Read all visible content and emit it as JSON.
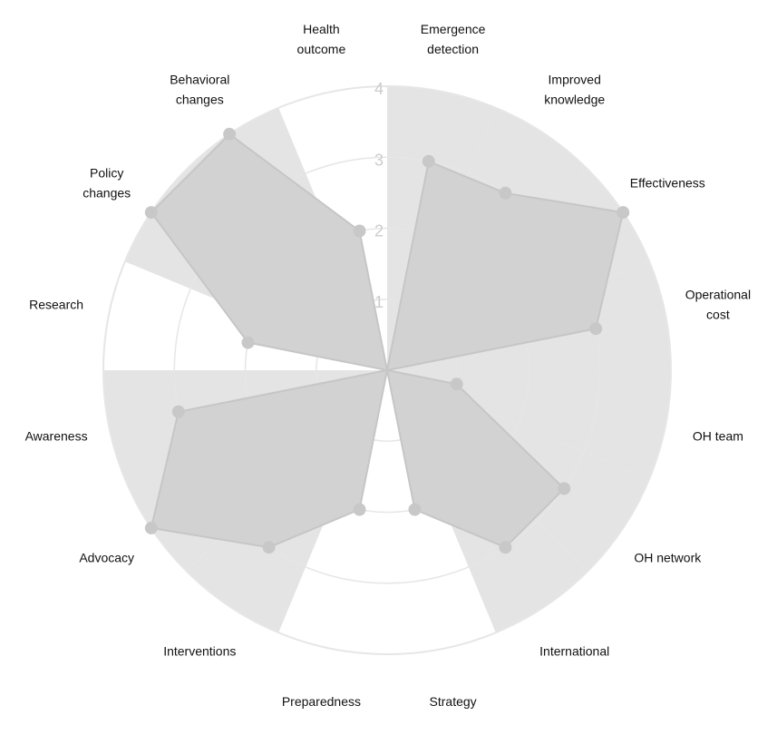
{
  "chart_data": {
    "type": "radar",
    "rmax": 4,
    "ticks": [
      "1",
      "2",
      "3",
      "4"
    ],
    "grid": true,
    "legend": "none",
    "axes": [
      {
        "label": [
          "Emergence",
          "detection"
        ],
        "value": 3
      },
      {
        "label": [
          "Improved",
          "knowledge"
        ],
        "value": 3
      },
      {
        "label": [
          "Effectiveness"
        ],
        "value": 4
      },
      {
        "label": [
          "Operational",
          "cost"
        ],
        "value": 3
      },
      {
        "label": [
          "OH team"
        ],
        "value": 1
      },
      {
        "label": [
          "OH network"
        ],
        "value": 3
      },
      {
        "label": [
          "International"
        ],
        "value": 3
      },
      {
        "label": [
          "Strategy"
        ],
        "value": 2
      },
      {
        "label": [
          "Preparedness"
        ],
        "value": 2
      },
      {
        "label": [
          "Interventions"
        ],
        "value": 3
      },
      {
        "label": [
          "Advocacy"
        ],
        "value": 4
      },
      {
        "label": [
          "Awareness"
        ],
        "value": 3
      },
      {
        "label": [
          "Research"
        ],
        "value": 2
      },
      {
        "label": [
          "Policy",
          "changes"
        ],
        "value": 4
      },
      {
        "label": [
          "Behavioral",
          "changes"
        ],
        "value": 4
      },
      {
        "label": [
          "Health",
          "outcome"
        ],
        "value": 2
      }
    ],
    "wedge_outer_values": [
      4,
      4,
      4,
      4,
      4,
      4,
      4,
      0,
      0,
      4,
      4,
      4,
      0,
      4,
      4,
      0
    ],
    "colors": {
      "wedge": "#e4e4e4",
      "polygon": "#d2d2d2",
      "polygon_stroke": "#c6c6c6",
      "point": "#c8c8c8",
      "grid": "#e6e6e6",
      "tick": "#cccccc",
      "label": "#111111"
    }
  }
}
